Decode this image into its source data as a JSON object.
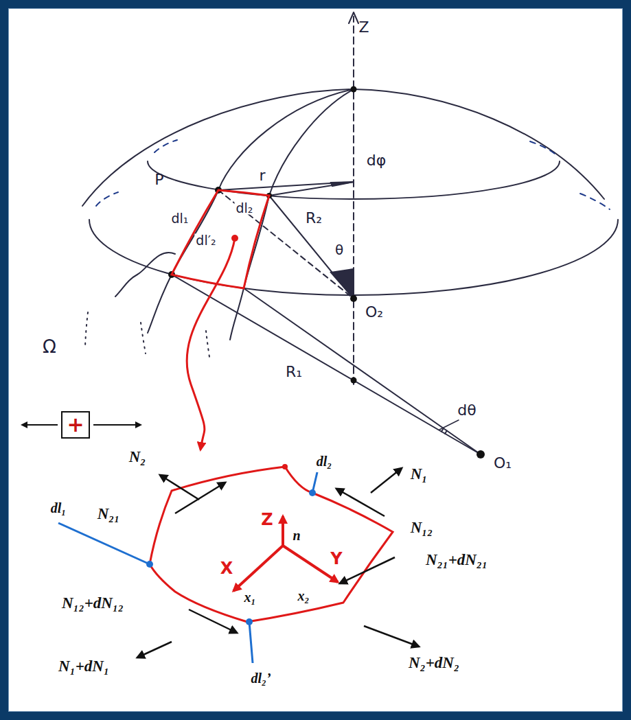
{
  "diagram": {
    "labels": [
      "Z",
      "P",
      "r",
      "dφ",
      "dl₂",
      "dl₁",
      "dl′₂",
      "R₂",
      "θ",
      "O₂",
      "Ω",
      "dθ",
      "R₁",
      "O₁",
      "+",
      "N₂",
      "dl₂",
      "N₁",
      "N₂₁",
      "N₁₂",
      "Z",
      "n",
      "dl₁",
      "X",
      "Y",
      "x₁",
      "x₂",
      "N₂₁+dN₂₁",
      "N₁₂+dN₁₂",
      "N₁+dN₁",
      "dl₂’",
      "N₂+dN₂"
    ]
  }
}
